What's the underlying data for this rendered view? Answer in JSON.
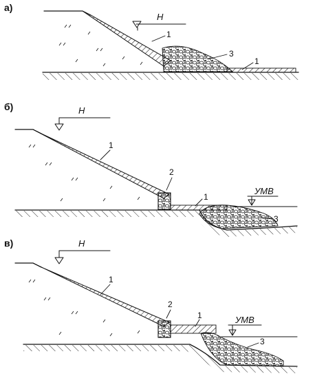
{
  "panels": [
    {
      "letter": "а)",
      "level_label": "Н",
      "labels": [
        "1",
        "3",
        "1"
      ]
    },
    {
      "letter": "б)",
      "level_label": "Н",
      "labels": [
        "1",
        "2",
        "1",
        "3"
      ],
      "tailwater_label": "УМВ"
    },
    {
      "letter": "в)",
      "level_label": "Н",
      "labels": [
        "2",
        "1",
        "1",
        "3"
      ],
      "tailwater_label": "УМВ"
    }
  ]
}
